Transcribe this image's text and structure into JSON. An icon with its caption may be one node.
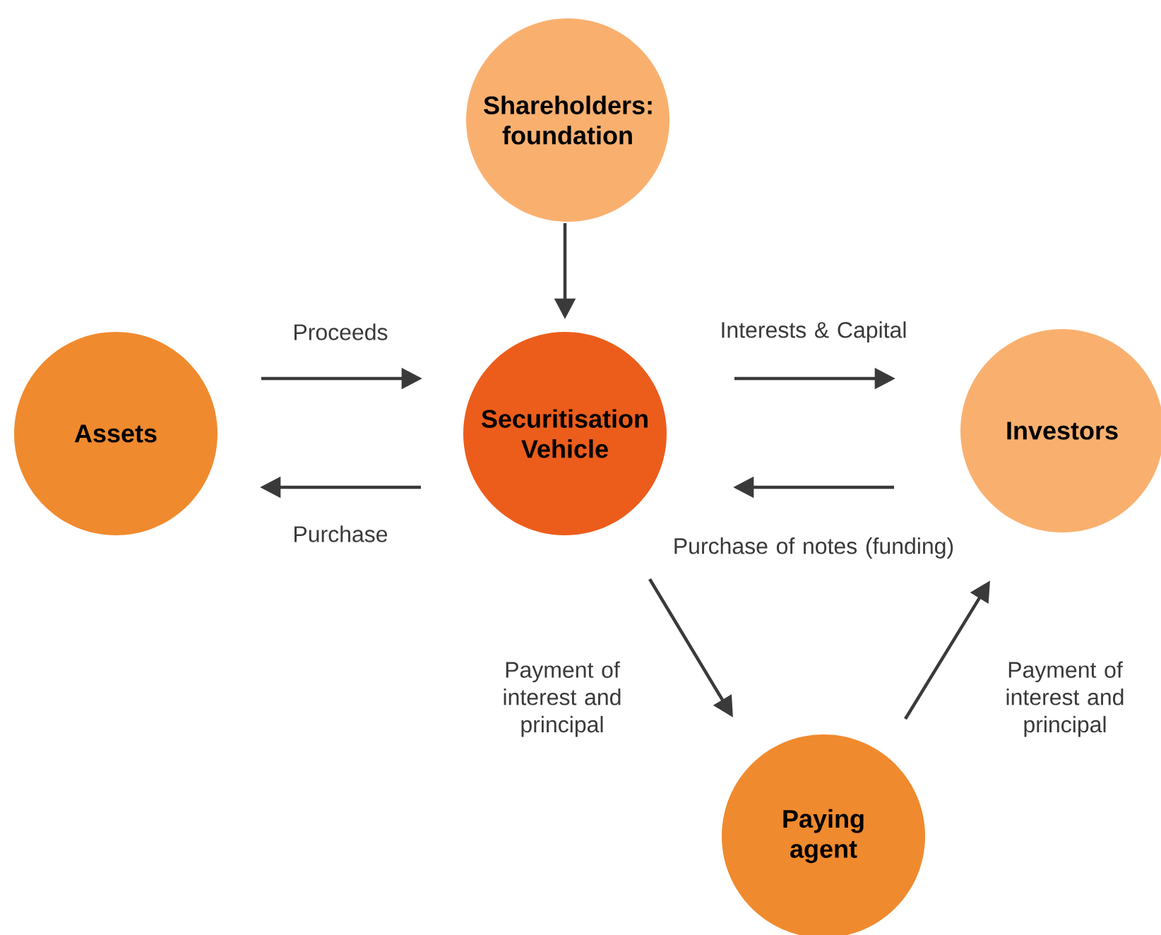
{
  "diagram": {
    "nodes": [
      {
        "text": [
          "Shareholders: foundation"
        ]
      },
      {
        "text": [
          "Assets"
        ]
      },
      {
        "text": [
          "Securitisation Vehicle"
        ]
      },
      {
        "text": [
          "Investors"
        ]
      },
      {
        "text": [
          "Paying agent"
        ]
      }
    ],
    "edges": [
      {
        "from": 0,
        "to": 2,
        "arrow": "to"
      },
      {
        "from": 1,
        "to": 2,
        "arrow": "to",
        "label": "Proceeds"
      },
      {
        "from": 2,
        "to": 1,
        "arrow": "to",
        "label": "Purchase"
      },
      {
        "from": 2,
        "to": 3,
        "arrow": "to",
        "label": "Interests & Capital"
      },
      {
        "from": 3,
        "to": 2,
        "arrow": "to",
        "label": "Purchase of notes (funding)"
      },
      {
        "from": 2,
        "to": 4,
        "arrow": "to",
        "label": "Payment of interest and principal"
      },
      {
        "from": 4,
        "to": 3,
        "arrow": "to",
        "label": "Payment of interest and principal"
      }
    ]
  }
}
